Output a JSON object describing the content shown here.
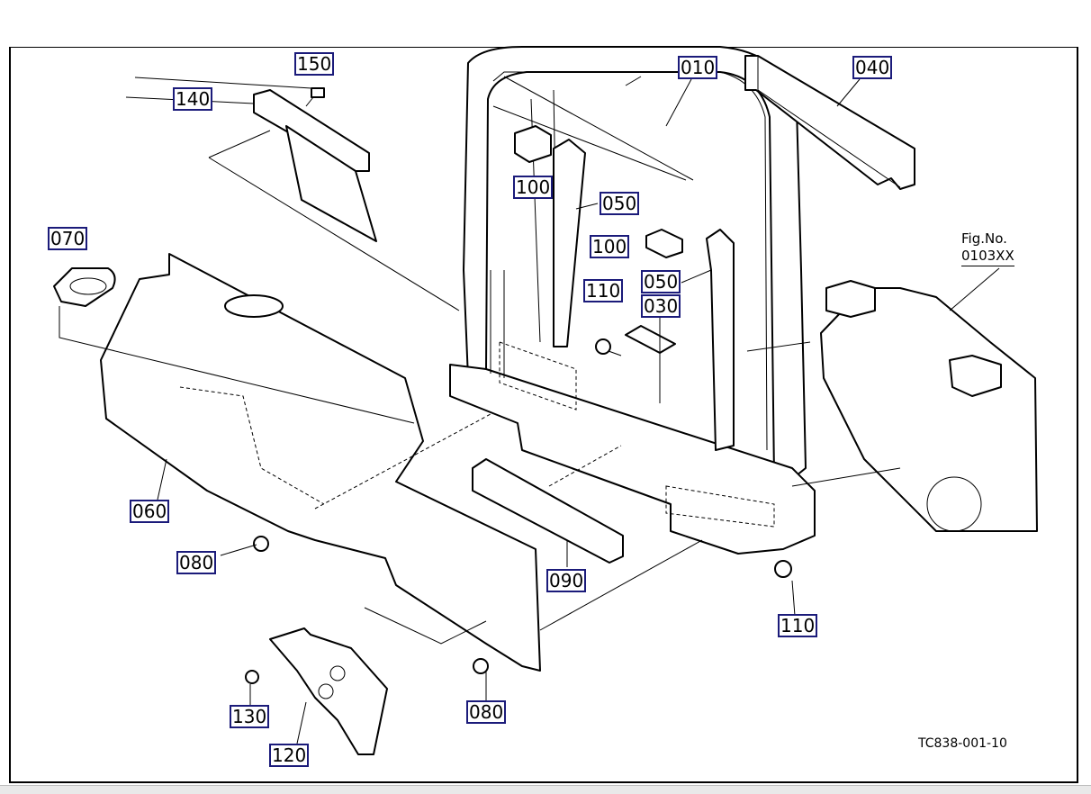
{
  "diagram": {
    "callouts": [
      {
        "id": "010",
        "label": "010"
      },
      {
        "id": "030",
        "label": "030"
      },
      {
        "id": "040",
        "label": "040"
      },
      {
        "id": "050a",
        "label": "050"
      },
      {
        "id": "050b",
        "label": "050"
      },
      {
        "id": "060",
        "label": "060"
      },
      {
        "id": "070",
        "label": "070"
      },
      {
        "id": "080a",
        "label": "080"
      },
      {
        "id": "080b",
        "label": "080"
      },
      {
        "id": "090",
        "label": "090"
      },
      {
        "id": "100a",
        "label": "100"
      },
      {
        "id": "100b",
        "label": "100"
      },
      {
        "id": "110a",
        "label": "110"
      },
      {
        "id": "110b",
        "label": "110"
      },
      {
        "id": "120",
        "label": "120"
      },
      {
        "id": "130",
        "label": "130"
      },
      {
        "id": "140",
        "label": "140"
      },
      {
        "id": "150",
        "label": "150"
      }
    ],
    "fig_ref": {
      "line1": "Fig.No.",
      "line2": "0103XX"
    },
    "drawing_code": "TC838-001-10"
  }
}
